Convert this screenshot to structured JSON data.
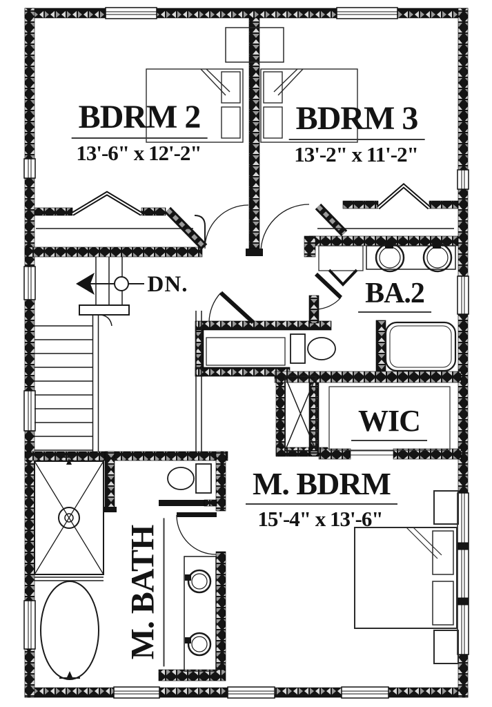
{
  "rooms": {
    "bdrm2": {
      "label": "BDRM 2",
      "dims": "13'-6\" x 12'-2\""
    },
    "bdrm3": {
      "label": "BDRM 3",
      "dims": "13'-2\" x 11'-2\""
    },
    "ba2": {
      "label": "BA.2"
    },
    "wic": {
      "label": "WIC"
    },
    "mbdrm": {
      "label": "M. BDRM",
      "dims": "15'-4\" x 13'-6\""
    },
    "mbath": {
      "label": "M. BATH"
    }
  },
  "annotations": {
    "stair_direction": "DN."
  },
  "fixtures": [
    "twin-bed-bdrm2",
    "twin-bed-bdrm3",
    "bifold-closet-bdrm2",
    "bifold-closet-bdrm3",
    "double-sink-vanity-ba2",
    "bathtub-ba2",
    "toilet-ba2",
    "linen-chase",
    "stairs-down",
    "shower-mbath",
    "oval-tub-mbath",
    "toilet-mbath",
    "double-sink-vanity-mbath",
    "king-bed-mbdrm",
    "nightstands-mbdrm"
  ],
  "colors": {
    "wall_fill": "#141414",
    "wall_hatch": "#9a9a9a",
    "line": "#1a1a1a",
    "text": "#141414",
    "background": "#ffffff"
  }
}
